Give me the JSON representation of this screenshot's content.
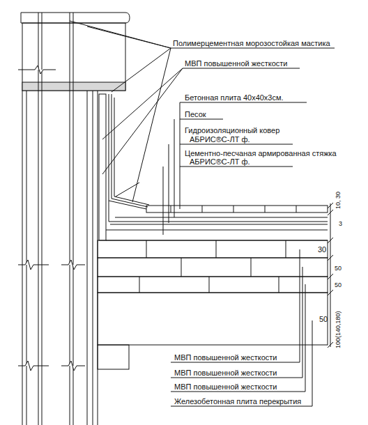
{
  "diagram": {
    "labels": [
      "Полимерцементная морозостойкая мастика",
      "МВП повышенной жесткости",
      "Бетонная плита 40х40х3см.",
      "Песок",
      "Гидроизоляционный ковер",
      "АБРИС®С-ЛТ ф.",
      "Цементно-песчаная армированная стяжка",
      "АБРИС®С-ЛТ ф.",
      "10, 30",
      "3",
      "30",
      "50",
      "50",
      "50",
      "100(140,180)",
      "МВП повышенной жесткости",
      "МВП повышенной жесткости",
      "МВП повышенной жесткости",
      "Железобетонная плита перекрытия"
    ]
  }
}
